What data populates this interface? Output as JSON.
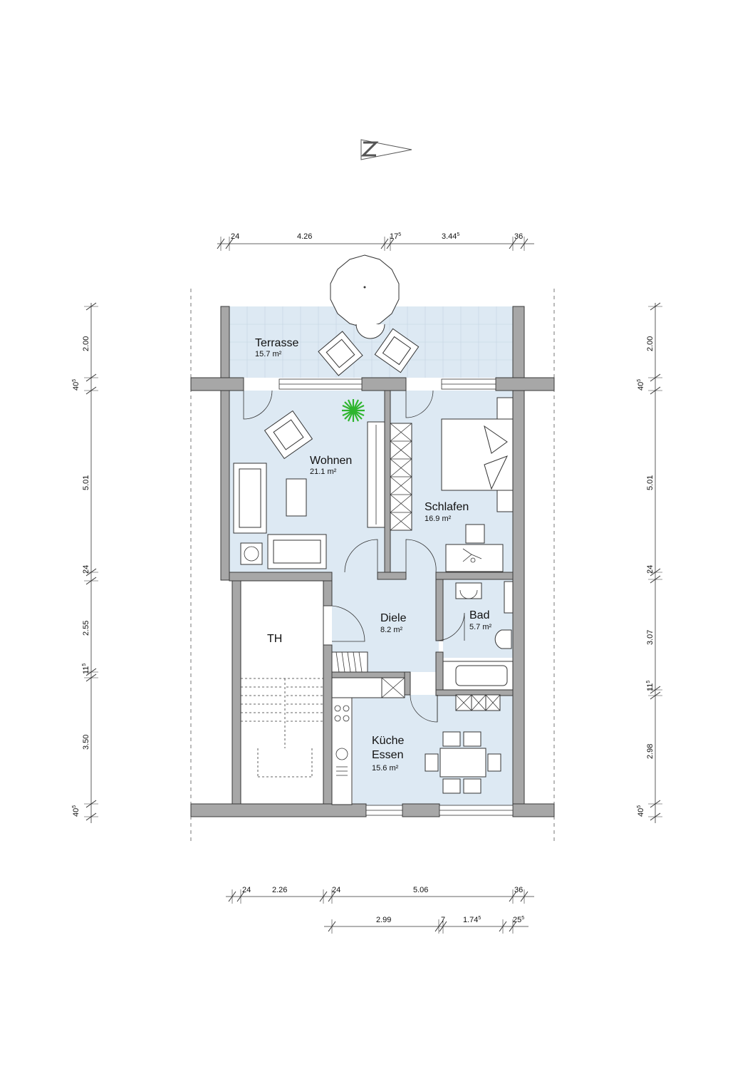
{
  "rooms": {
    "terrasse": {
      "name": "Terrasse",
      "area": "15.7 m²"
    },
    "wohnen": {
      "name": "Wohnen",
      "area": "21.1 m²"
    },
    "schlafen": {
      "name": "Schlafen",
      "area": "16.9 m²"
    },
    "diele": {
      "name": "Diele",
      "area": "8.2 m²"
    },
    "bad": {
      "name": "Bad",
      "area": "5.7 m²"
    },
    "th": {
      "name": "TH"
    },
    "kueche": {
      "name1": "Küche",
      "name2": "Essen",
      "area": "15.6 m²"
    }
  },
  "dims": {
    "top": [
      {
        "text": "24",
        "sup": ""
      },
      {
        "text": "4.26",
        "sup": ""
      },
      {
        "text": "17",
        "sup": "5"
      },
      {
        "text": "3.44",
        "sup": "5"
      },
      {
        "text": "36",
        "sup": ""
      }
    ],
    "bottom1": [
      {
        "text": "24",
        "sup": ""
      },
      {
        "text": "2.26",
        "sup": ""
      },
      {
        "text": "24",
        "sup": ""
      },
      {
        "text": "5.06",
        "sup": ""
      },
      {
        "text": "36",
        "sup": ""
      }
    ],
    "bottom2": [
      {
        "text": "2.99",
        "sup": ""
      },
      {
        "text": "7",
        "sup": ""
      },
      {
        "text": "1.74",
        "sup": "5"
      },
      {
        "text": "25",
        "sup": "5"
      }
    ],
    "left": [
      {
        "text": "2.00",
        "sup": ""
      },
      {
        "text": "40",
        "sup": "5"
      },
      {
        "text": "5.01",
        "sup": ""
      },
      {
        "text": "24",
        "sup": ""
      },
      {
        "text": "2.55",
        "sup": ""
      },
      {
        "text": "11",
        "sup": "5"
      },
      {
        "text": "3.50",
        "sup": ""
      },
      {
        "text": "40",
        "sup": "5"
      }
    ],
    "right": [
      {
        "text": "2.00",
        "sup": ""
      },
      {
        "text": "40",
        "sup": "5"
      },
      {
        "text": "5.01",
        "sup": ""
      },
      {
        "text": "24",
        "sup": ""
      },
      {
        "text": "3.07",
        "sup": ""
      },
      {
        "text": "11",
        "sup": "5"
      },
      {
        "text": "2.98",
        "sup": ""
      },
      {
        "text": "40",
        "sup": "5"
      }
    ]
  },
  "colors": {
    "floor": "#dde9f3",
    "wall": "#a7a7a7",
    "plant": "#2fb52f"
  },
  "icons": {
    "north": "north-arrow-icon",
    "plant": "plant-icon"
  }
}
